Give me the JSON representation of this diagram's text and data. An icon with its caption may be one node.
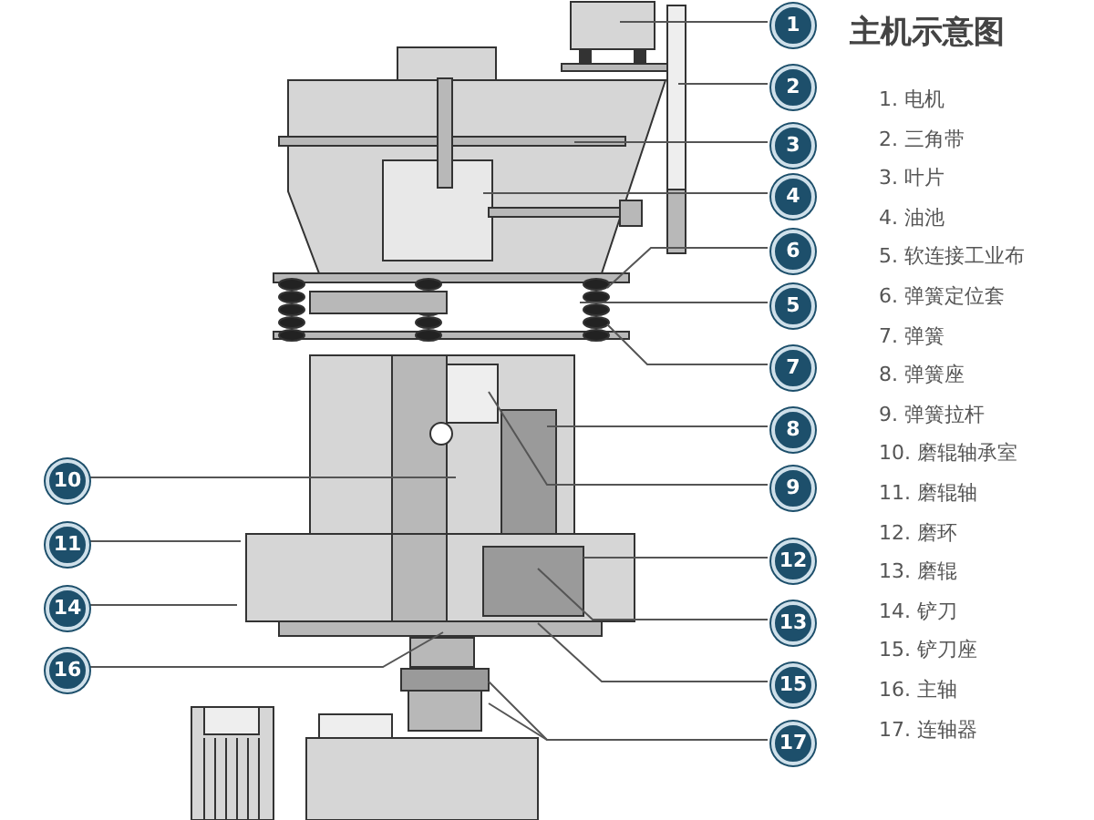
{
  "diagram": {
    "title": "主机示意图",
    "nodes": [
      {
        "text": [
          "1"
        ]
      },
      {
        "text": [
          "2"
        ]
      },
      {
        "text": [
          "3"
        ]
      },
      {
        "text": [
          "4"
        ]
      },
      {
        "text": [
          "6"
        ]
      },
      {
        "text": [
          "5"
        ]
      },
      {
        "text": [
          "7"
        ]
      },
      {
        "text": [
          "8"
        ]
      },
      {
        "text": [
          "10"
        ]
      },
      {
        "text": [
          "9"
        ]
      },
      {
        "text": [
          "11"
        ]
      },
      {
        "text": [
          "12"
        ]
      },
      {
        "text": [
          "14"
        ]
      },
      {
        "text": [
          "13"
        ]
      },
      {
        "text": [
          "16"
        ]
      },
      {
        "text": [
          "15"
        ]
      },
      {
        "text": [
          "17"
        ]
      }
    ],
    "edges": [
      {
        "from": 0,
        "to": null,
        "arrow": "none"
      },
      {
        "from": 1,
        "to": null,
        "arrow": "none"
      },
      {
        "from": 2,
        "to": null,
        "arrow": "none"
      },
      {
        "from": 3,
        "to": null,
        "arrow": "none"
      },
      {
        "from": 4,
        "to": null,
        "arrow": "none"
      },
      {
        "from": 5,
        "to": null,
        "arrow": "none"
      },
      {
        "from": 6,
        "to": null,
        "arrow": "none"
      },
      {
        "from": 7,
        "to": null,
        "arrow": "none"
      },
      {
        "from": 8,
        "to": null,
        "arrow": "none"
      },
      {
        "from": 9,
        "to": null,
        "arrow": "none"
      },
      {
        "from": 10,
        "to": null,
        "arrow": "none"
      },
      {
        "from": 11,
        "to": null,
        "arrow": "none"
      },
      {
        "from": 12,
        "to": null,
        "arrow": "none"
      },
      {
        "from": 13,
        "to": null,
        "arrow": "none"
      },
      {
        "from": 14,
        "to": null,
        "arrow": "none"
      },
      {
        "from": 15,
        "to": null,
        "arrow": "none"
      },
      {
        "from": 16,
        "to": null,
        "arrow": "none"
      },
      {
        "from": 16,
        "to": null,
        "arrow": "none"
      }
    ],
    "labels": [
      "1. 电机",
      "2. 三角带",
      "3. 叶片",
      "4. 油池",
      "5. 软连接工业布",
      "6. 弹簧定位套",
      "7. 弹簧",
      "8. 弹簧座",
      "9. 弹簧拉杆",
      "10. 磨辊轴承室",
      "11. 磨辊轴",
      "12. 磨环",
      "13. 磨辊",
      "14. 铲刀",
      "15. 铲刀座",
      "16. 主轴",
      "17. 连轴器"
    ]
  }
}
